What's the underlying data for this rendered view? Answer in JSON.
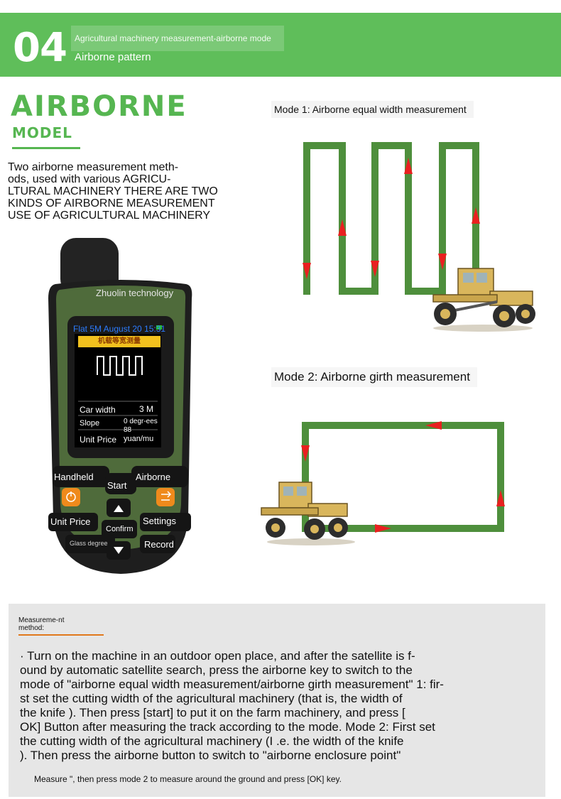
{
  "header": {
    "number": "04",
    "subtitle": "Agricultural machinery measurement-airborne mode",
    "title": "Airborne pattern"
  },
  "model_heading": {
    "title": "AIRBORNE",
    "subtitle": "MODEL"
  },
  "intro_lines": [
    "Two airborne measurement meth-",
    "ods, used with various AGRICU-",
    "LTURAL MACHINERY THERE ARE TWO",
    "KINDS OF AIRBORNE MEASUREMENT",
    "USE OF AGRICULTURAL MACHINERY"
  ],
  "modes": {
    "mode1_label": "Mode 1: Airborne equal width measurement",
    "mode2_label": "Mode 2: Airborne girth measurement"
  },
  "colors": {
    "brand_green": "#5fbe5a",
    "path_green": "#4e8f3c",
    "arrow_red": "#e82020",
    "accent_orange": "#e0781c",
    "device_body": "#4f6b3b"
  },
  "device": {
    "brand": "Zhuolin technology",
    "status_bar": "Flat 5M August 20 15:31",
    "screen_banner": "机载等宽测量",
    "rows": [
      {
        "label": "Car width",
        "value": "3 M"
      },
      {
        "label": "Slope",
        "value": "0 degr-ees 88"
      },
      {
        "label": "Unit Price",
        "value": "yuan/mu"
      }
    ],
    "keys": {
      "handheld": "Handheld",
      "start": "Start",
      "airborne": "Airborne",
      "unit_price": "Unit Price",
      "confirm": "Confirm",
      "settings": "Settings",
      "glass_degree": "Glass degree",
      "record": "Record"
    }
  },
  "method": {
    "label": "Measureme-nt method:",
    "lines": [
      "· Turn on the machine in an outdoor open place, and after the satellite is f-",
      "ound by automatic satellite search, press the airborne key to switch to the",
      "mode of \"airborne equal width measurement/airborne girth measurement\" 1: fir-",
      "st set the cutting width of the agricultural machinery (that is, the width of",
      "the knife ). Then press [start] to put it on the farm machinery, and press [",
      "OK] Button after measuring the track according to the mode. Mode 2: First set",
      "the cutting width of the agricultural machinery (I .e. the width of the knife",
      "). Then press the airborne button to switch to \"airborne enclosure point\""
    ],
    "footer": "Measure \", then press mode 2 to measure around the ground and press [OK] key."
  }
}
